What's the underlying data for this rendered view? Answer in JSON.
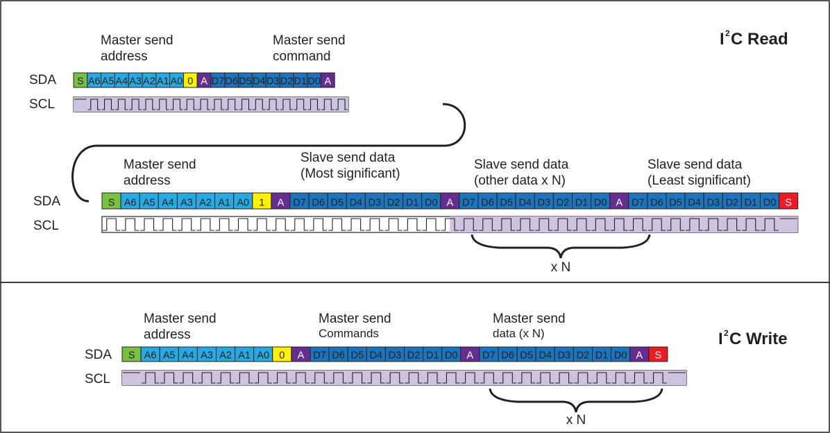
{
  "read": {
    "title_prefix": "I",
    "title_sup": "2",
    "title_suffix": "C Read",
    "sda_label": "SDA",
    "scl_label": "SCL",
    "captions": {
      "r1_address": [
        "Master send",
        "address"
      ],
      "r1_command": [
        "Master send",
        "command"
      ],
      "r2_address": [
        "Master send",
        "address"
      ],
      "r2_most": [
        "Slave send data",
        "(Most significant)"
      ],
      "r2_other": [
        "Slave send data",
        "(other data x N)"
      ],
      "r2_least": [
        "Slave send data",
        "(Least significant)"
      ]
    },
    "row1_bits": [
      "S",
      "A6",
      "A5",
      "A4",
      "A3",
      "A2",
      "A1",
      "A0",
      "0",
      "A",
      "D7",
      "D6",
      "D5",
      "D4",
      "D3",
      "D2",
      "D1",
      "D0",
      "A"
    ],
    "row2_bits": [
      "S",
      "A6",
      "A5",
      "A4",
      "A3",
      "A2",
      "A1",
      "A0",
      "1",
      "A",
      "D7",
      "D6",
      "D5",
      "D4",
      "D3",
      "D2",
      "D1",
      "D0",
      "A",
      "D7",
      "D6",
      "D5",
      "D4",
      "D3",
      "D2",
      "D1",
      "D0",
      "A",
      "D7",
      "D6",
      "D5",
      "D4",
      "D3",
      "D2",
      "D1",
      "D0",
      "S"
    ],
    "repeat_label": "x N"
  },
  "write": {
    "title_prefix": "I",
    "title_sup": "2",
    "title_suffix": "C Write",
    "sda_label": "SDA",
    "scl_label": "SCL",
    "captions": {
      "address": [
        "Master send",
        "address"
      ],
      "commands": [
        "Master send",
        "Commands"
      ],
      "data": [
        "Master send",
        "data (x N)"
      ]
    },
    "bits": [
      "S",
      "A6",
      "A5",
      "A4",
      "A3",
      "A2",
      "A1",
      "A0",
      "0",
      "A",
      "D7",
      "D6",
      "D5",
      "D4",
      "D3",
      "D2",
      "D1",
      "D0",
      "A",
      "D7",
      "D6",
      "D5",
      "D4",
      "D3",
      "D2",
      "D1",
      "D0",
      "A",
      "S"
    ],
    "repeat_label": "x N"
  },
  "colors": {
    "start_stop_start": "#7ac143",
    "address": "#27aae1",
    "rw": "#fff200",
    "ack": "#662d91",
    "data": "#1c75bc",
    "stop": "#ed1c24",
    "clock_fill": "#cdc3e0",
    "line": "#231f20"
  }
}
